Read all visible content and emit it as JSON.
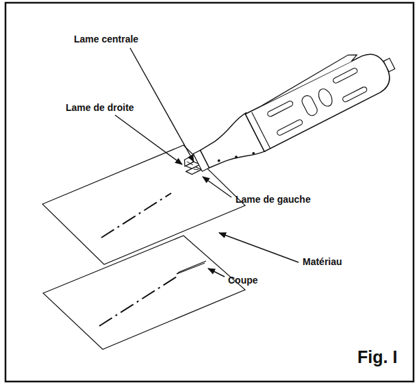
{
  "diagram": {
    "caption": "Fig. I",
    "labels": [
      "Lame centrale",
      "Lame de droite",
      "Lame de gauche",
      "Coupe",
      "Matériau"
    ]
  }
}
